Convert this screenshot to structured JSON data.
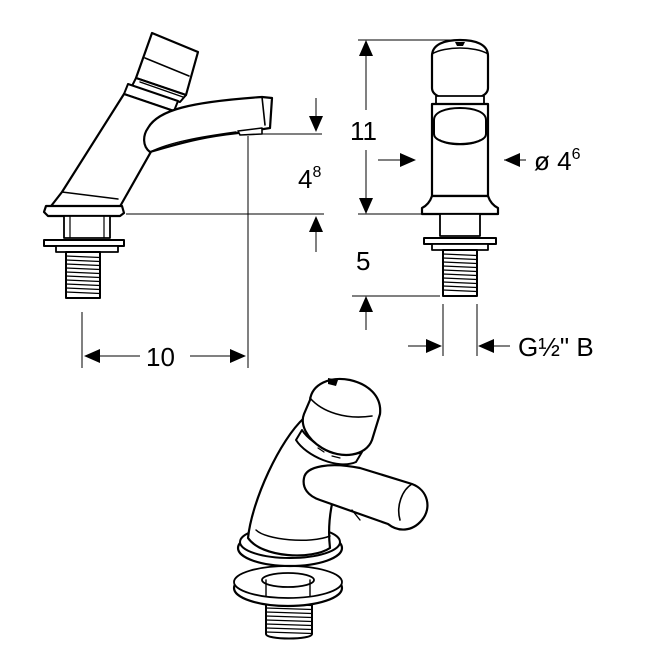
{
  "diagram": {
    "dimensions": {
      "spout_height": {
        "main": "4",
        "sup": "8"
      },
      "total_height": {
        "main": "11"
      },
      "body_diameter": {
        "main": "ø 4",
        "sup": "6"
      },
      "thread_length": {
        "main": "5"
      },
      "reach": {
        "main": "10"
      },
      "thread_spec": {
        "main": "G½\" B"
      }
    },
    "views": [
      "side-view",
      "front-view",
      "perspective-view"
    ],
    "colors": {
      "line": "#000000",
      "background": "#ffffff"
    }
  }
}
